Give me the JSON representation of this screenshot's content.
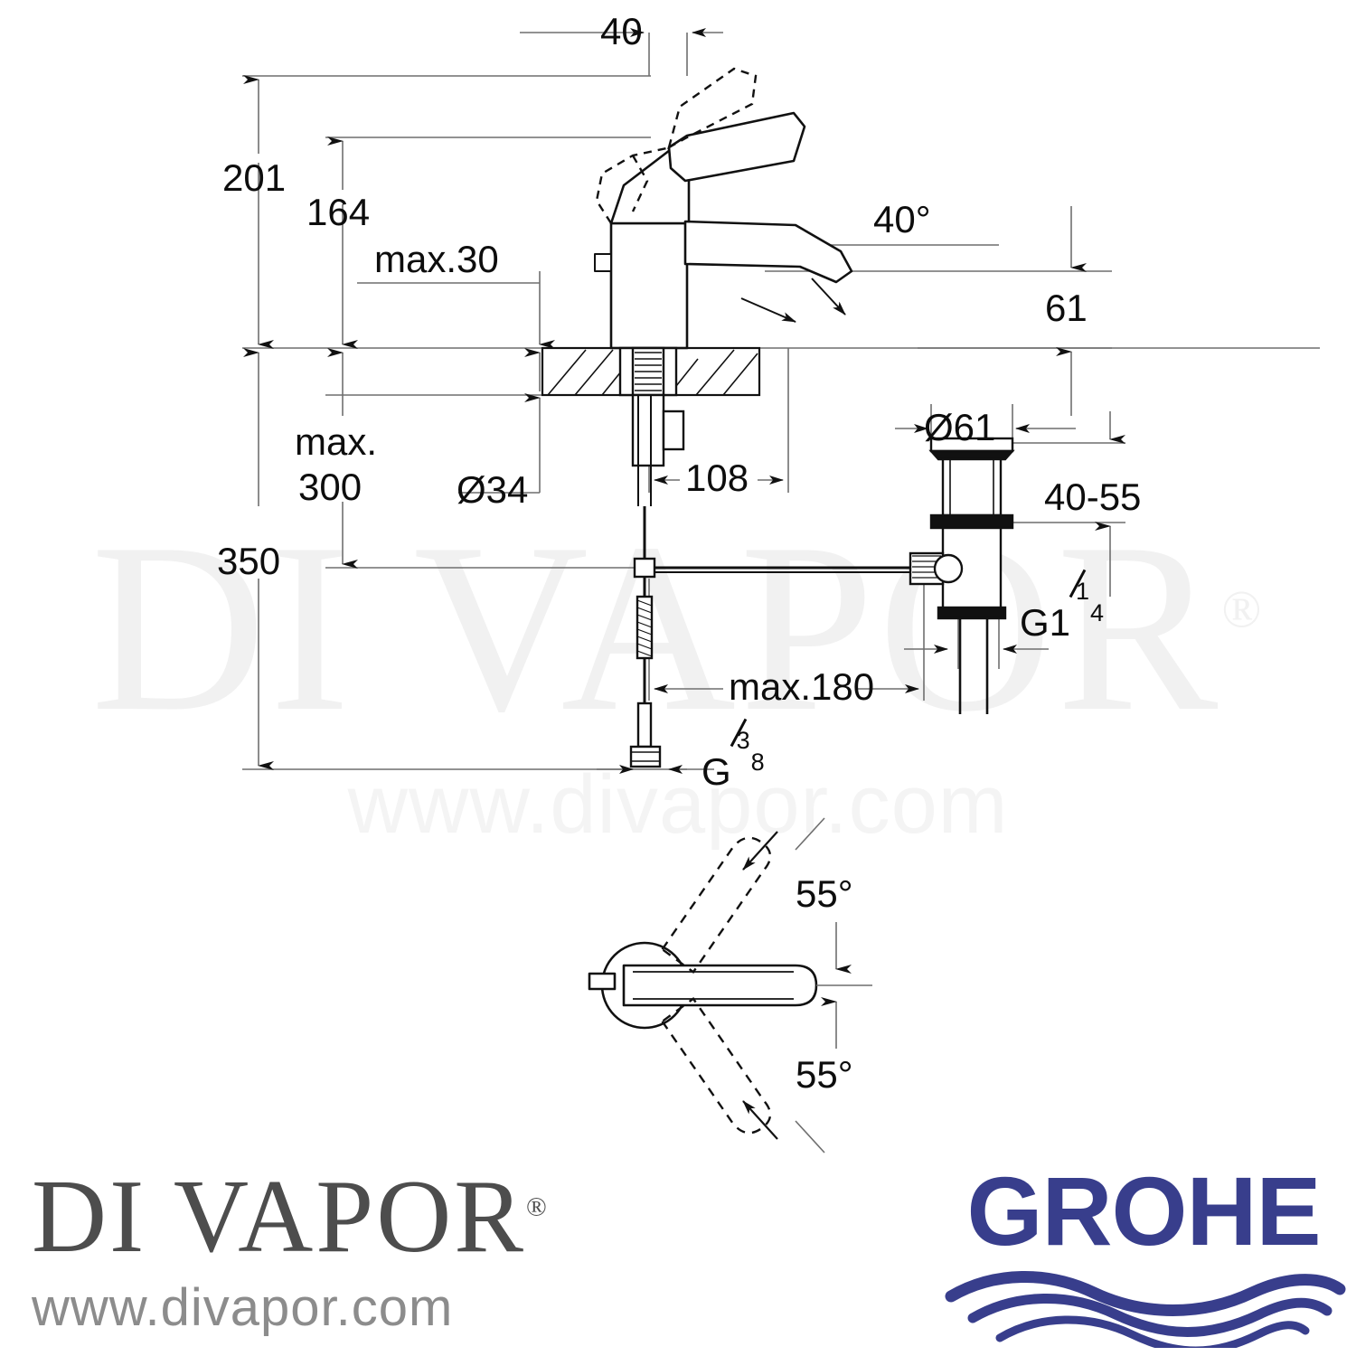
{
  "document": {
    "type": "technical-dimension-drawing",
    "subject": "GROHE single-lever basin mixer tap with pop-up waste"
  },
  "watermark": {
    "text": "DI VAPOR",
    "registered": "®",
    "url": "www.divapor.com",
    "color": "#f1f1f1"
  },
  "footer": {
    "divapor": {
      "name": "DI VAPOR",
      "registered": "®",
      "url": "www.divapor.com",
      "name_color": "#4d4d4d",
      "url_color": "#8c8c8c"
    },
    "grohe": {
      "name": "GROHE",
      "brand_color": "#383e8c"
    }
  },
  "dimensions": {
    "overall_height": "201",
    "spout_height": "164",
    "max_deck_thickness": "max.30",
    "offset_top": "40",
    "spout_angle": "40°",
    "spout_reach": "61",
    "tail_max": "max.\n300",
    "total_drop": "350",
    "shank_diameter": "Ø34",
    "spout_projection": "108",
    "waste_flange_diameter": "Ø61",
    "waste_range": "40-55",
    "waste_thread": "G1",
    "waste_thread_num": "1",
    "waste_thread_den": "4",
    "pop_up_rod_max": "max.180",
    "supply_thread": "G",
    "supply_thread_num": "3",
    "supply_thread_den": "8",
    "swivel_upper": "55°",
    "swivel_lower": "55°"
  },
  "labels": {
    "max300_line1": "max.",
    "max300_line2": "300"
  }
}
